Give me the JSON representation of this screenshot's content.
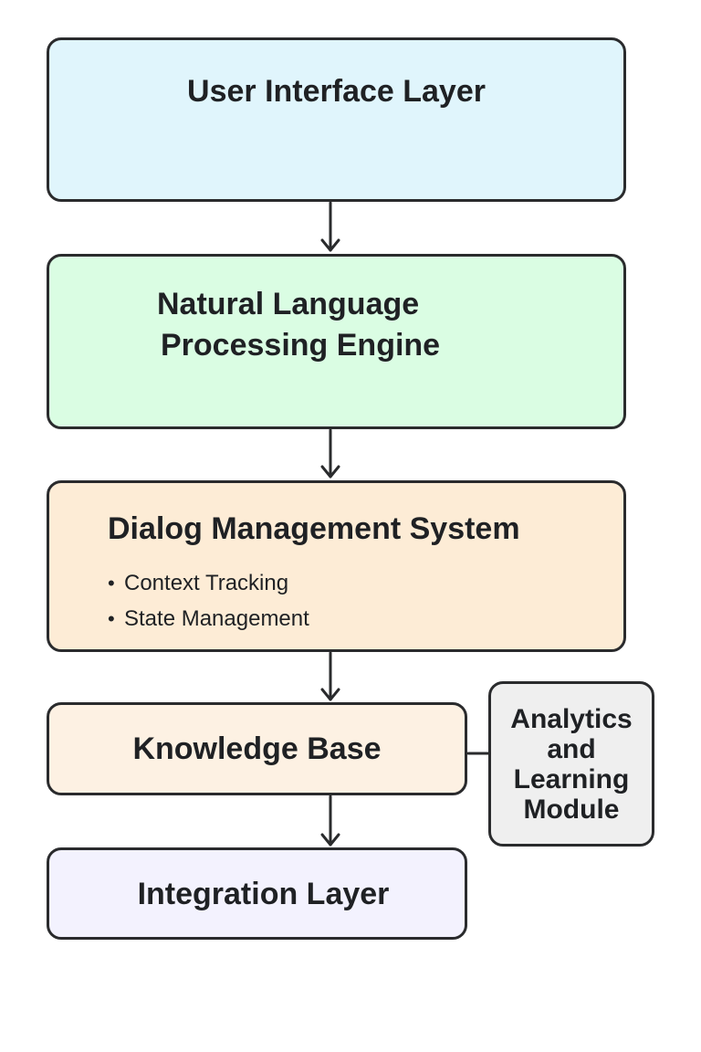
{
  "colors": {
    "user_interface": "#e0f5fc",
    "nlp": "#dafde3",
    "dialog": "#fdecd6",
    "knowledge": "#fdf1e3",
    "integration": "#f3f2fe",
    "analytics": "#efefef",
    "stroke": "#2a2b2d"
  },
  "boxes": {
    "user_interface": {
      "title": "User Interface Layer"
    },
    "nlp": {
      "title_lines": [
        "Natural Language",
        "Processing Engine"
      ]
    },
    "dialog": {
      "title": "Dialog Management System",
      "items": [
        "Context Tracking",
        "State Management"
      ]
    },
    "knowledge": {
      "title": "Knowledge Base"
    },
    "integration": {
      "title": "Integration Layer"
    },
    "analytics": {
      "title_lines": [
        "Analytics",
        "and",
        "Learning",
        "Module"
      ]
    }
  }
}
